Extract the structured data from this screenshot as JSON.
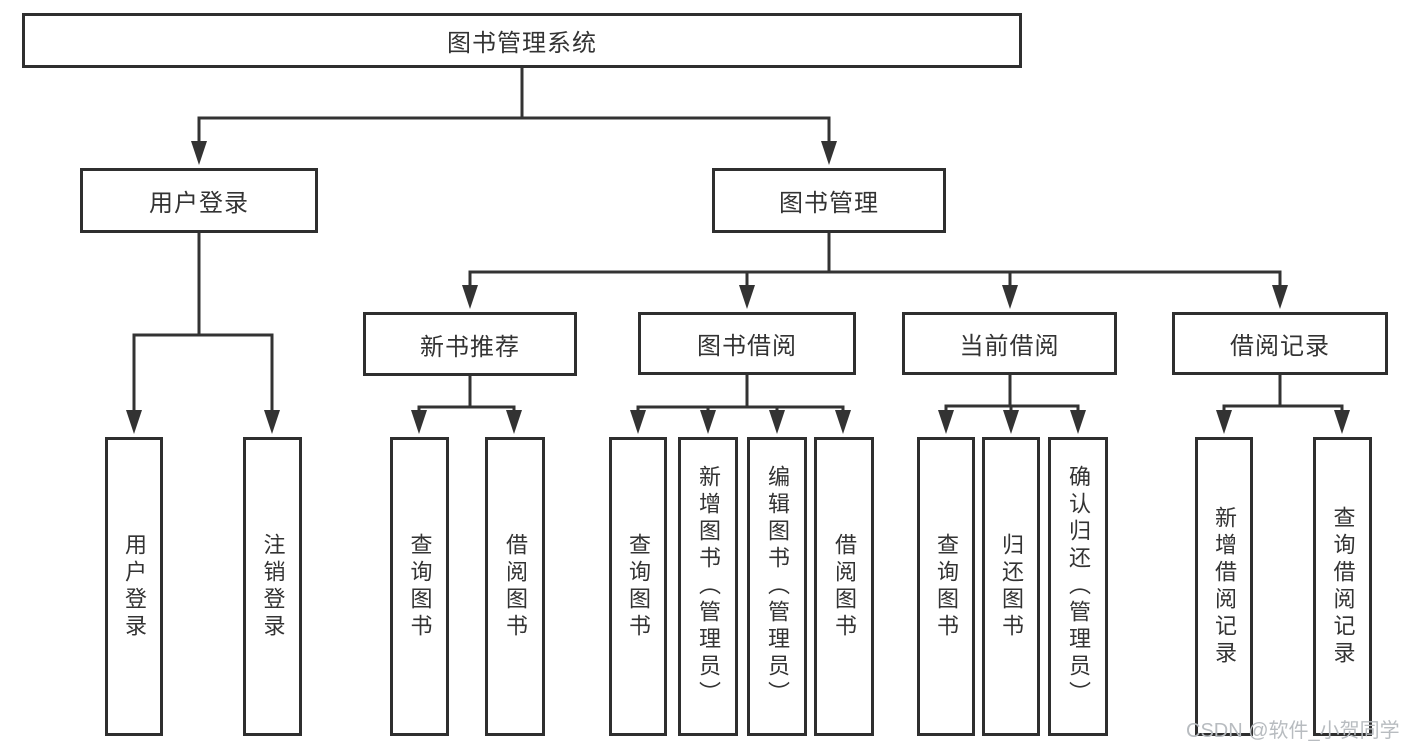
{
  "diagram": {
    "title_node": {
      "label": "图书管理系统"
    },
    "level2": [
      {
        "label": "用户登录"
      },
      {
        "label": "图书管理"
      }
    ],
    "level3": [
      {
        "label": "新书推荐",
        "parent": "图书管理"
      },
      {
        "label": "图书借阅",
        "parent": "图书管理"
      },
      {
        "label": "当前借阅",
        "parent": "图书管理"
      },
      {
        "label": "借阅记录",
        "parent": "图书管理"
      }
    ],
    "leaves": [
      {
        "label": "用户登录",
        "parent": "用户登录"
      },
      {
        "label": "注销登录",
        "parent": "用户登录"
      },
      {
        "label": "查询图书",
        "parent": "新书推荐"
      },
      {
        "label": "借阅图书",
        "parent": "新书推荐"
      },
      {
        "label": "查询图书",
        "parent": "图书借阅"
      },
      {
        "label": "新增图书（管理员）",
        "parent": "图书借阅"
      },
      {
        "label": "编辑图书（管理员）",
        "parent": "图书借阅"
      },
      {
        "label": "借阅图书",
        "parent": "图书借阅"
      },
      {
        "label": "查询图书",
        "parent": "当前借阅"
      },
      {
        "label": "归还图书",
        "parent": "当前借阅"
      },
      {
        "label": "确认归还（管理员）",
        "parent": "当前借阅"
      },
      {
        "label": "新增借阅记录",
        "parent": "借阅记录"
      },
      {
        "label": "查询借阅记录",
        "parent": "借阅记录"
      }
    ]
  },
  "watermark": {
    "text": "CSDN @软件_小贺同学",
    "color": "#b8bcc0"
  },
  "colors": {
    "line": "#333333",
    "box_border": "#2f2f2f",
    "text": "#333333",
    "background": "#ffffff"
  }
}
